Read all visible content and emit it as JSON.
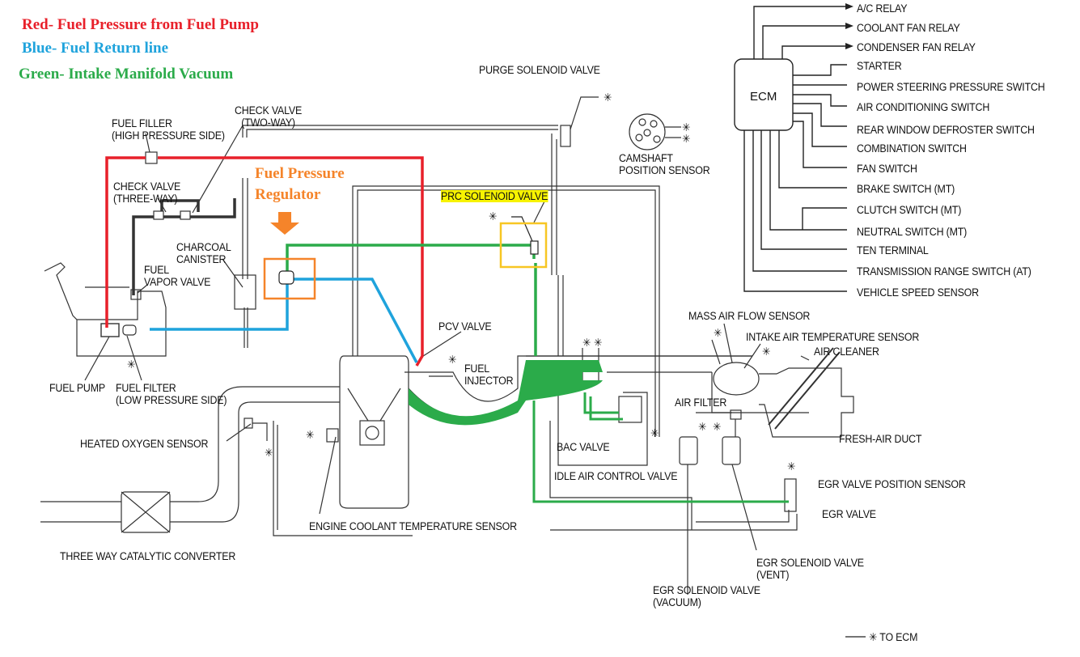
{
  "legend": {
    "red": {
      "text": "Red- Fuel Pressure from Fuel Pump",
      "color": "#e8202a"
    },
    "blue": {
      "text": "Blue- Fuel Return line",
      "color": "#1fa3dc"
    },
    "green": {
      "text": "Green- Intake Manifold Vacuum",
      "color": "#2bab4a"
    }
  },
  "annotations": {
    "fuel_pressure_regulator": "Fuel Pressure\nRegulator",
    "regulator_color": "#f5842a",
    "prc_box_color": "#f7c623",
    "highlight_color": "#f7f300"
  },
  "ecm": {
    "title": "ECM",
    "outputs": [
      "A/C RELAY",
      "COOLANT FAN RELAY",
      "CONDENSER FAN RELAY"
    ],
    "inputs": [
      "STARTER",
      "POWER STEERING PRESSURE SWITCH",
      "AIR CONDITIONING SWITCH",
      "REAR WINDOW DEFROSTER SWITCH",
      "COMBINATION SWITCH",
      "FAN SWITCH",
      "BRAKE SWITCH (MT)",
      "CLUTCH SWITCH (MT)",
      "NEUTRAL SWITCH (MT)",
      "TEN TERMINAL",
      "TRANSMISSION RANGE SWITCH (AT)",
      "VEHICLE SPEED SENSOR"
    ]
  },
  "components": {
    "purge_solenoid_valve": "PURGE SOLENOID VALVE",
    "camshaft_position_sensor": "CAMSHAFT\nPOSITION SENSOR",
    "fuel_filler": "FUEL FILLER\n(HIGH PRESSURE SIDE)",
    "check_valve_two_way": "CHECK VALVE\n(TWO-WAY)",
    "check_valve_three_way": "CHECK VALVE\n(THREE-WAY)",
    "charcoal_canister": "CHARCOAL\nCANISTER",
    "fuel_vapor_valve": "FUEL\nVAPOR VALVE",
    "prc_solenoid_valve": "PRC SOLENOID VALVE",
    "pcv_valve": "PCV VALVE",
    "fuel_injector": "FUEL\nINJECTOR",
    "fuel_pump": "FUEL PUMP",
    "fuel_filter": "FUEL FILTER\n(LOW PRESSURE SIDE)",
    "heated_oxygen_sensor": "HEATED OXYGEN SENSOR",
    "mass_air_flow_sensor": "MASS AIR FLOW SENSOR",
    "intake_air_temperature_sensor": "INTAKE AIR TEMPERATURE SENSOR",
    "air_cleaner": "AIR CLEANER",
    "air_filter": "AIR FILTER",
    "fresh_air_duct": "FRESH-AIR DUCT",
    "bac_valve": "BAC VALVE",
    "idle_air_control_valve": "IDLE AIR CONTROL VALVE",
    "egr_valve_position_sensor": "EGR VALVE POSITION SENSOR",
    "egr_valve": "EGR VALVE",
    "engine_coolant_temperature_sensor": "ENGINE COOLANT TEMPERATURE SENSOR",
    "egr_solenoid_valve_vent": "EGR SOLENOID VALVE\n(VENT)",
    "egr_solenoid_valve_vacuum": "EGR SOLENOID VALVE\n(VACUUM)",
    "three_way_catalytic_converter": "THREE WAY CATALYTIC CONVERTER"
  },
  "footnote": {
    "marker": "✳",
    "text": "✳ TO ECM"
  },
  "ecm_marker": "✳"
}
